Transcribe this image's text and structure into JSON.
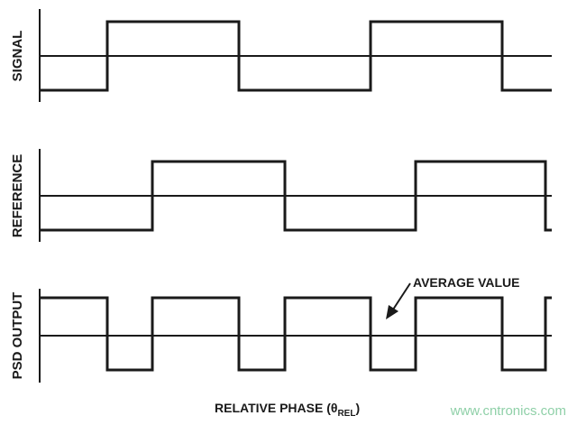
{
  "labels": {
    "signal": "SIGNAL",
    "reference": "REFERENCE",
    "psd_output": "PSD OUTPUT",
    "average_value": "AVERAGE VALUE",
    "x_axis_main": "RELATIVE PHASE (θ",
    "x_axis_sub": "REL",
    "x_axis_close": ")"
  },
  "watermark": "www.cntronics.com",
  "colors": {
    "stroke": "#1a1a1a",
    "watermark": "#8fd0a8"
  }
}
